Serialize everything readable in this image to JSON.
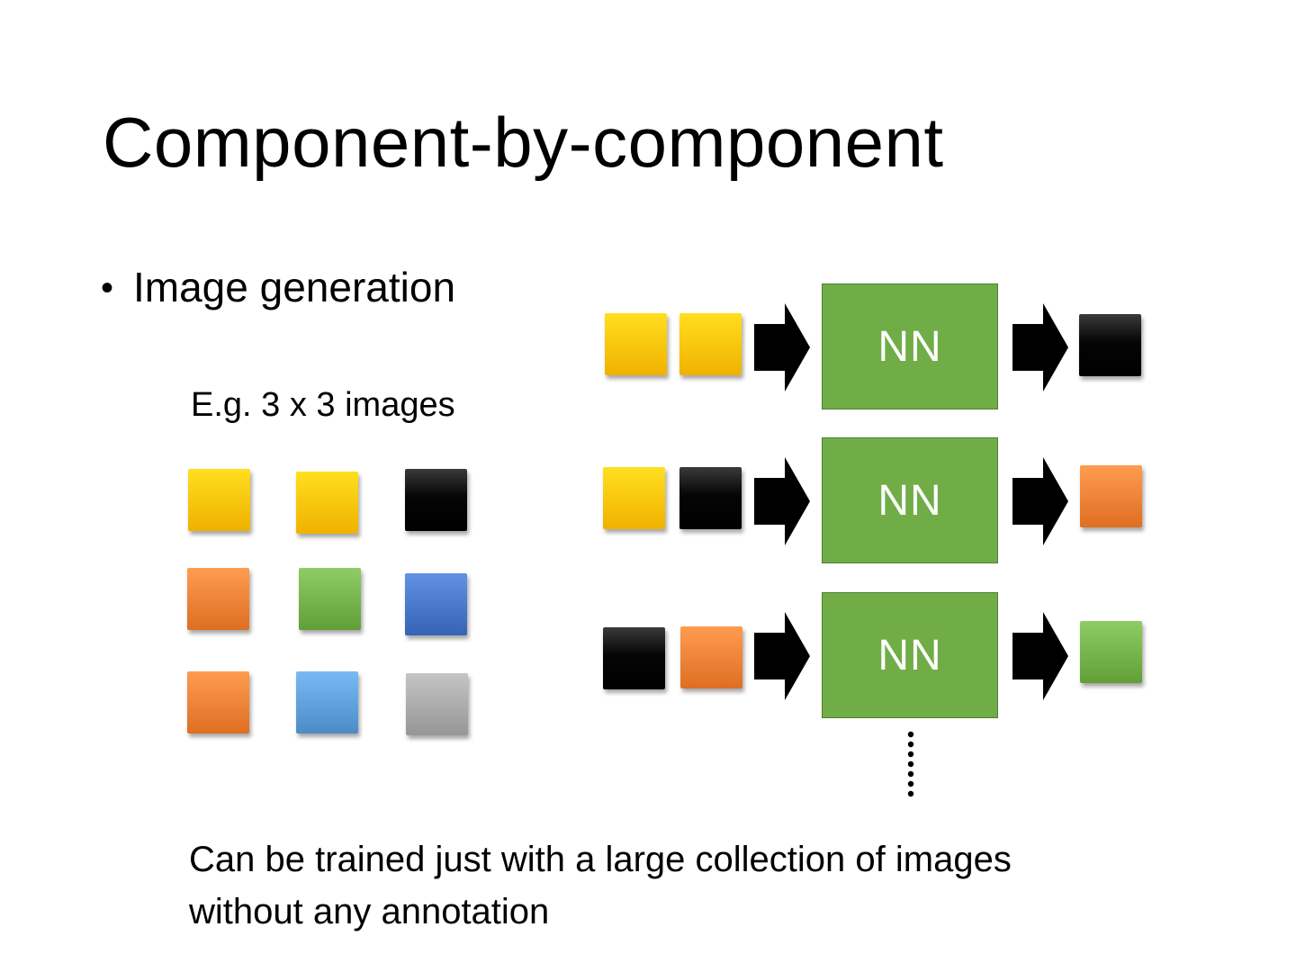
{
  "title": "Component-by-component",
  "bullet": "Image generation",
  "example_label": "E.g. 3 x 3 images",
  "colors": {
    "yellow": "#ffc000",
    "black": "#000000",
    "orange": "#ed7d31",
    "green": "#70ad47",
    "blue": "#4472c4",
    "lightblue": "#5b9bd5",
    "gray": "#a5a5a5",
    "nn_fill": "#70ad47",
    "nn_border": "#507e32"
  },
  "grid": [
    [
      "yellow",
      "yellow",
      "black"
    ],
    [
      "orange",
      "green",
      "blue"
    ],
    [
      "orange",
      "lightblue",
      "gray"
    ]
  ],
  "rows": [
    {
      "inputs": [
        "yellow",
        "yellow"
      ],
      "label": "NN",
      "output": "black"
    },
    {
      "inputs": [
        "yellow",
        "black"
      ],
      "label": "NN",
      "output": "orange"
    },
    {
      "inputs": [
        "black",
        "orange"
      ],
      "label": "NN",
      "output": "green"
    }
  ],
  "footnote": {
    "line1": "Can be trained just with a large collection of images",
    "line2": "without any annotation"
  }
}
